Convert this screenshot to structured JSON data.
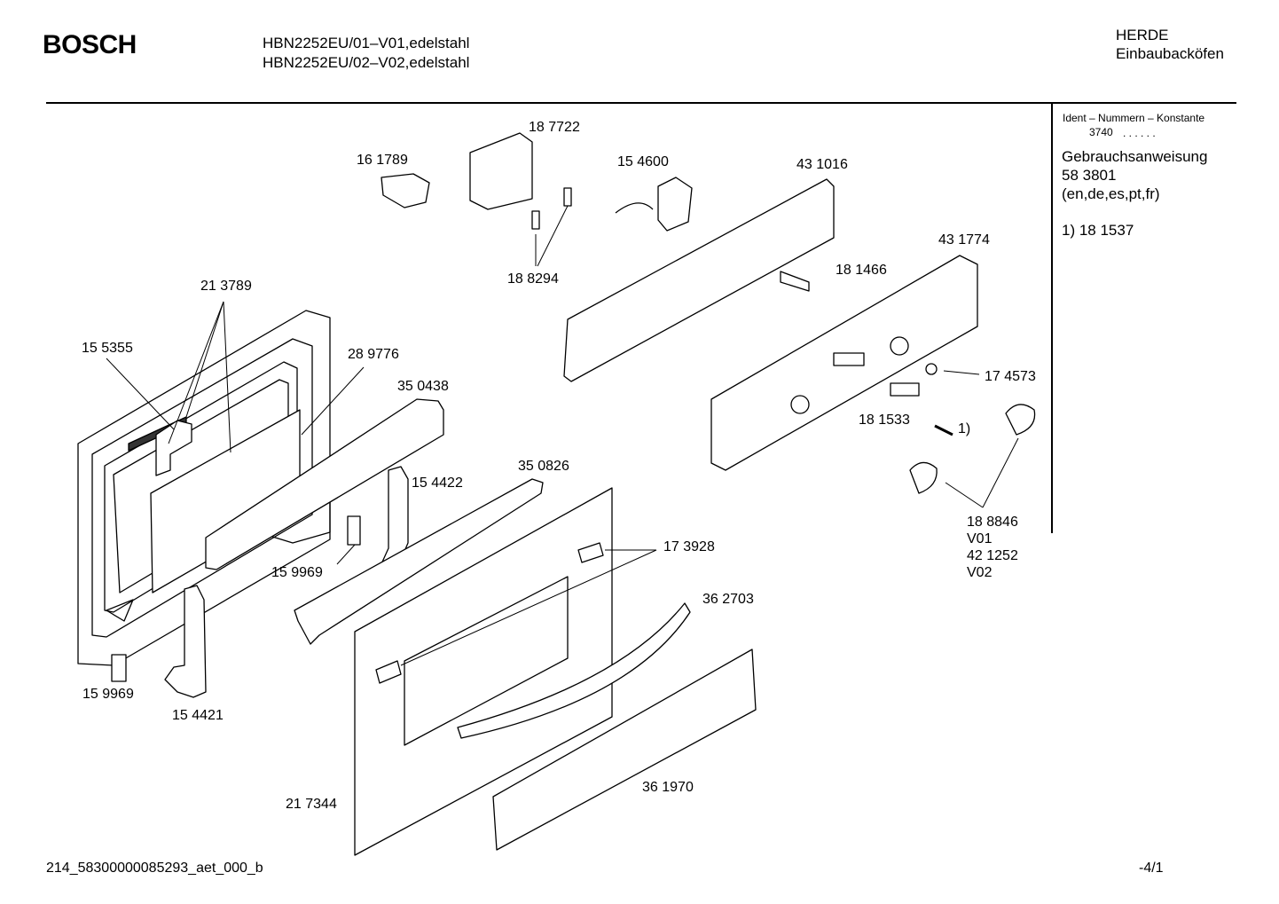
{
  "header": {
    "brand": "BOSCH",
    "models": [
      "HBN2252EU/01–V01,edelstahl",
      "HBN2252EU/02–V02,edelstahl"
    ],
    "category": [
      "HERDE",
      "Einbaubacköfen"
    ]
  },
  "sidebar": {
    "ident_label": "Ident – Nummern – Konstante",
    "ident_value": "3740",
    "ident_dots": ".  .     .  .  .  .",
    "manual_label": "Gebrauchsanweisung",
    "manual_number": "58 3801",
    "manual_languages": "(en,de,es,pt,fr)",
    "footnote": "1)  18 1537"
  },
  "parts": [
    "18 7722",
    "16 1789",
    "15 4600",
    "43 1016",
    "43 1774",
    "18 1466",
    "18 8294",
    "21 3789",
    "15 5355",
    "28 9776",
    "35 0438",
    "17 4573",
    "18 1533",
    "1)",
    "35 0826",
    "15 4422",
    "17 3928",
    "15 9969",
    "36 2703",
    "15 9969",
    "15 4421",
    "36 1970",
    "21 7344"
  ],
  "variant_block": [
    "18 8846",
    "V01",
    "42 1252",
    "V02"
  ],
  "footer": {
    "doc_id": "214_58300000085293_aet_000_b",
    "page": "-4/1"
  }
}
